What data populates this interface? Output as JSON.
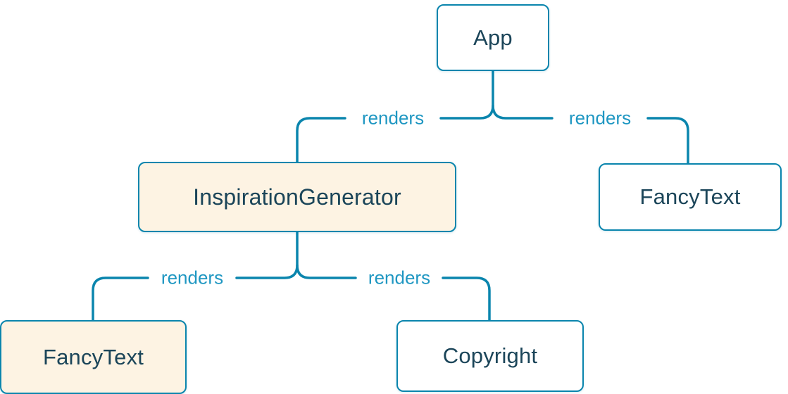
{
  "diagram": {
    "type": "component-render-tree",
    "colors": {
      "line": "#0a85ad",
      "node_border": "#0a85ad",
      "node_text": "#1b4559",
      "edge_label_text": "#1f97c2",
      "node_bg_default": "#ffffff",
      "node_bg_highlight": "#fdf3e3",
      "background": "#ffffff"
    },
    "nodes": [
      {
        "id": "app",
        "label": "App",
        "highlighted": false
      },
      {
        "id": "inspiration-generator",
        "label": "InspirationGenerator",
        "highlighted": true
      },
      {
        "id": "fancy-text-right",
        "label": "FancyText",
        "highlighted": false
      },
      {
        "id": "fancy-text-left",
        "label": "FancyText",
        "highlighted": true
      },
      {
        "id": "copyright",
        "label": "Copyright",
        "highlighted": false
      }
    ],
    "edges": [
      {
        "from": "App",
        "to": "InspirationGenerator",
        "label": "renders"
      },
      {
        "from": "App",
        "to": "FancyText",
        "label": "renders"
      },
      {
        "from": "InspirationGenerator",
        "to": "FancyText",
        "label": "renders"
      },
      {
        "from": "InspirationGenerator",
        "to": "Copyright",
        "label": "renders"
      }
    ]
  }
}
